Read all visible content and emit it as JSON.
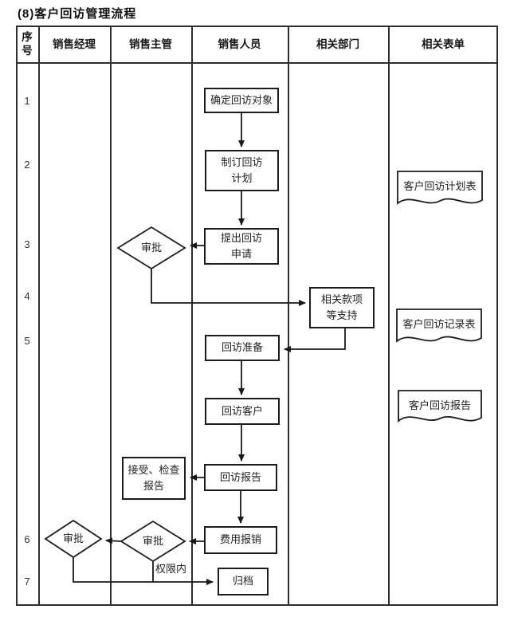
{
  "title": "(8)客户回访管理流程",
  "table": {
    "columns": [
      {
        "label": "序\n号"
      },
      {
        "label": "销售经理"
      },
      {
        "label": "销售主管"
      },
      {
        "label": "销售人员"
      },
      {
        "label": "相关部门"
      },
      {
        "label": "相关表单"
      }
    ],
    "row_numbers": [
      "1",
      "2",
      "3",
      "4",
      "5",
      "6",
      "7"
    ]
  },
  "flowchart": {
    "nodes": {
      "determine_target": "确定回访对象",
      "make_plan": "制订回访\n计划",
      "submit_request": "提出回访\n申请",
      "approve_1": "审批",
      "related_support": "相关款项\n等支持",
      "visit_prepare": "回访准备",
      "visit_customer": "回访客户",
      "visit_report": "回访报告",
      "accept_check": "接受、检查\n报告",
      "expense_claim": "费用报销",
      "approve_supervisor": "审批",
      "approve_manager": "审批",
      "archive": "归档",
      "within_authority": "权限内"
    },
    "documents": {
      "plan_form": "客户回访计划表",
      "record_form": "客户回访记录表",
      "report_doc": "客户回访报告"
    },
    "line_color": "#1a1a1a"
  }
}
